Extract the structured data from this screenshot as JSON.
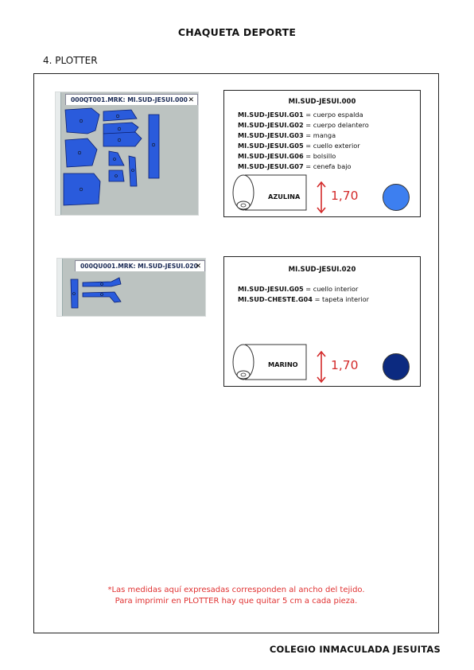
{
  "header": {
    "title": "CHAQUETA DEPORTE",
    "section": "4. PLOTTER"
  },
  "markers": [
    {
      "window_title": "000QT001.MRK: MI.SUD-JESUI.000",
      "close": "✕",
      "panel_title": "MI.SUD-JESUI.000",
      "pieces": [
        {
          "code": "MI.SUD-JESUI.G01",
          "desc": "= cuerpo espalda"
        },
        {
          "code": "MI.SUD-JESUI.G02",
          "desc": "= cuerpo delantero"
        },
        {
          "code": "MI.SUD-JESUI.G03",
          "desc": "= manga"
        },
        {
          "code": "MI.SUD-JESUI.G05",
          "desc": "= cuello exterior"
        },
        {
          "code": "MI.SUD-JESUI.G06",
          "desc": "= bolsillo"
        },
        {
          "code": "MI.SUD-JESUI.G07",
          "desc": "= cenefa bajo"
        }
      ],
      "fabric": "AZULINA",
      "width": "1,70",
      "color": "#3d7ff0"
    },
    {
      "window_title": "000QU001.MRK: MI.SUD-JESUI.020",
      "close": "✕",
      "panel_title": "MI.SUD-JESUI.020",
      "pieces": [
        {
          "code": "MI.SUD-JESUI.G05",
          "desc": "= cuello interior"
        },
        {
          "code": "MI.SUD-CHESTE.G04",
          "desc": "= tapeta interior"
        }
      ],
      "fabric": "MARINO",
      "width": "1,70",
      "color": "#0c2a80"
    }
  ],
  "note": {
    "line1": "*Las medidas aquí expresadas corresponden al ancho del tejido.",
    "line2": "Para imprimir en PLOTTER hay que quitar 5 cm a cada pieza."
  },
  "footer": {
    "school": "COLEGIO INMACULADA JESUITAS"
  },
  "colors": {
    "piece_blue": "#2a5bdc",
    "note_red": "#e03030",
    "arrow_red": "#d32a2a"
  }
}
